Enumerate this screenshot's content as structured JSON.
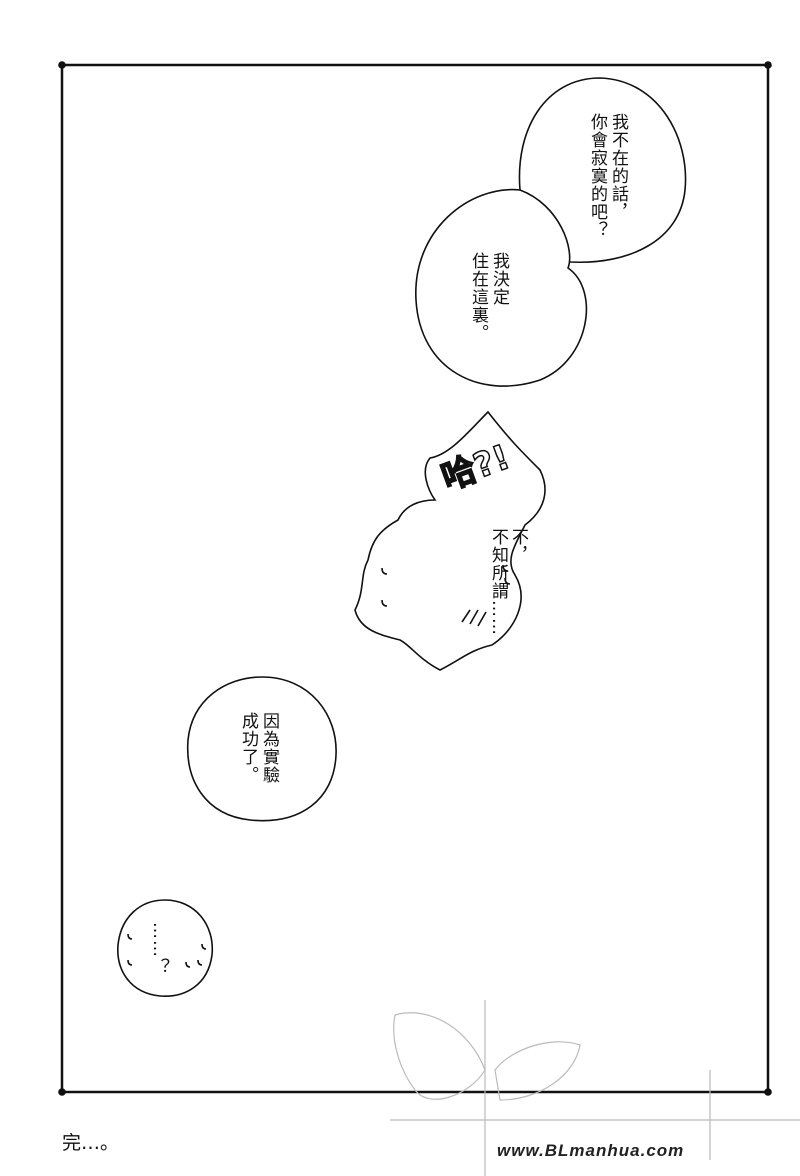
{
  "bubbles": {
    "top": {
      "lines": [
        "我不在的話，",
        "你會寂寞的吧？"
      ]
    },
    "second": {
      "lines": [
        "我決定",
        "住在這裏。"
      ]
    },
    "shout": {
      "sfx": "哈?!",
      "lines": [
        "不，",
        "不知所謂……"
      ]
    },
    "experiment": {
      "lines": [
        "因為實驗",
        "成功了。"
      ]
    },
    "small": {
      "lines": [
        "……？"
      ]
    }
  },
  "ending_text": "完…。",
  "watermark": {
    "url": "www.BLmanhua.com"
  }
}
